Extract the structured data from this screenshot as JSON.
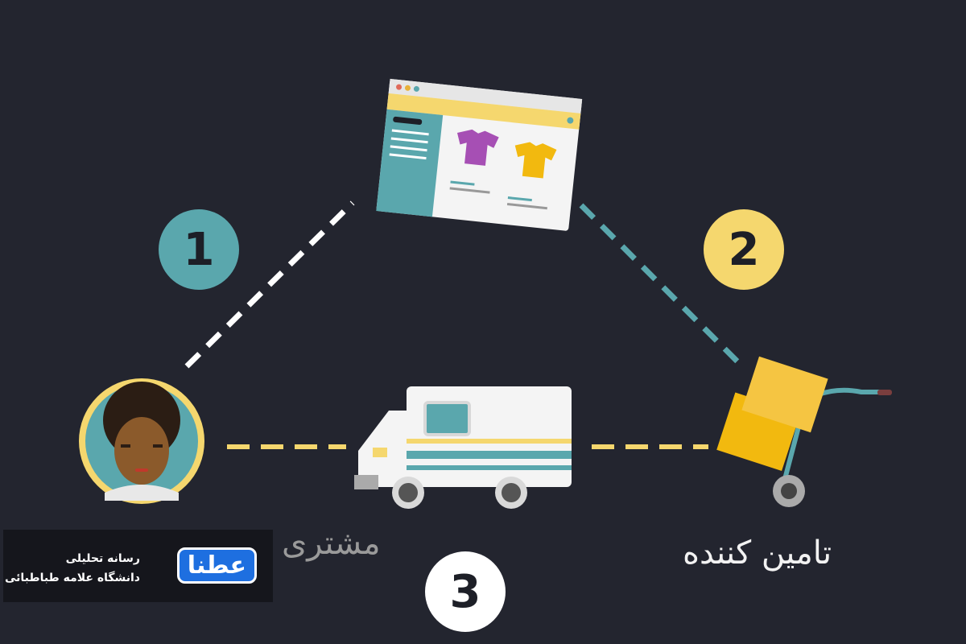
{
  "steps": [
    {
      "number": "1",
      "color": "#5aa7ad"
    },
    {
      "number": "2",
      "color": "#f5d76e"
    },
    {
      "number": "3",
      "color": "#ffffff"
    }
  ],
  "labels": {
    "supplier": "تامین کننده",
    "customer": "مشتری"
  },
  "badge": {
    "logo": "عطنا",
    "line1": "رسانه تحلیلی",
    "line2": "دانشگاه علامه طباطبائی"
  },
  "colors": {
    "background": "#23252f",
    "teal": "#5aa7ad",
    "yellow": "#f5d76e",
    "white": "#ffffff"
  }
}
